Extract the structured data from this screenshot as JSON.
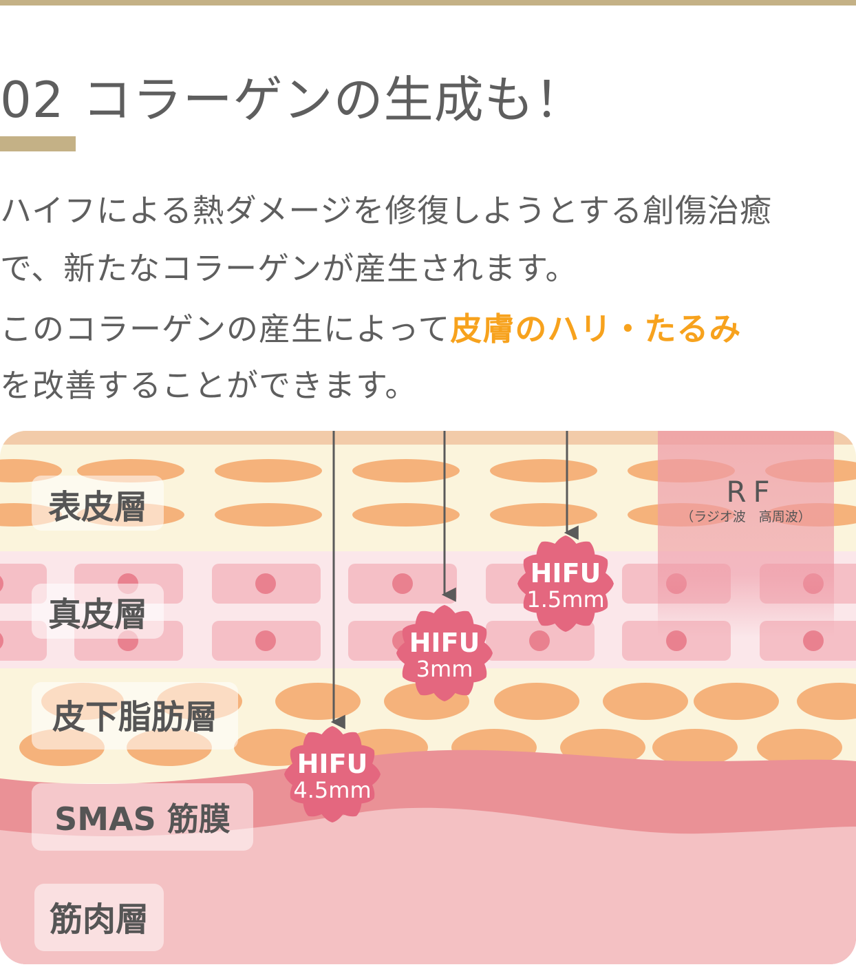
{
  "heading": {
    "number": "02",
    "title": "コラーゲンの生成も！"
  },
  "paragraph1": {
    "line1": "ハイフによる熱ダメージを修復しようとする創傷治癒",
    "line2": "で、新たなコラーゲンが産生されます。"
  },
  "paragraph2": {
    "line1_plain": "このコラーゲンの産生によって",
    "line1_highlight": "皮膚のハリ・たるみ",
    "line2": "を改善することができます。"
  },
  "diagram": {
    "layers": [
      {
        "label": "表皮層"
      },
      {
        "label": "真皮層"
      },
      {
        "label": "皮下脂肪層"
      },
      {
        "label": "SMAS 筋膜"
      },
      {
        "label": "筋肉層"
      }
    ],
    "hifu_markers": [
      {
        "label": "HIFU",
        "depth": "1.5mm"
      },
      {
        "label": "HIFU",
        "depth": "3mm"
      },
      {
        "label": "HIFU",
        "depth": "4.5mm"
      }
    ],
    "rf": {
      "label": "RF",
      "sublabel": "（ラジオ波　高周波）"
    }
  },
  "colors": {
    "accent": "#c4b186",
    "highlight": "#f7a21d",
    "hifu_badge": "#e4677f",
    "epidermis": "#fbf4dc",
    "fat_ellipse": "#f5b27b",
    "dermis_band": "#fbe7ea",
    "dermis_cell": "#f5bfc6",
    "smas": "#ea9196",
    "muscle": "#f4c1c3",
    "rf_overlay": "#ee9aa6"
  }
}
